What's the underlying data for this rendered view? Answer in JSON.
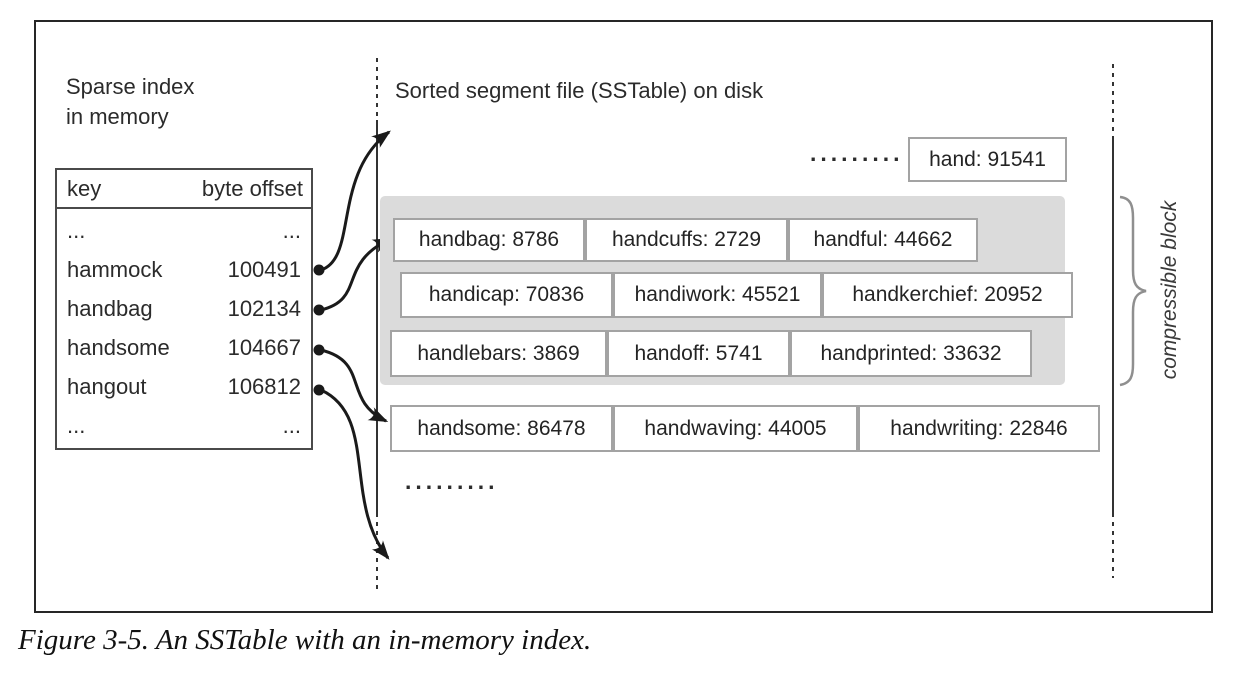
{
  "colors": {
    "background": "#ffffff",
    "line": "#1a1a1a",
    "gray_block": "#dbdbdb"
  },
  "memory": {
    "title_line1": "Sparse index",
    "title_line2": "in memory",
    "table": {
      "col_key": "key",
      "col_offset": "byte offset",
      "rows": [
        {
          "key": "...",
          "offset": "..."
        },
        {
          "key": "hammock",
          "offset": "100491"
        },
        {
          "key": "handbag",
          "offset": "102134"
        },
        {
          "key": "handsome",
          "offset": "104667"
        },
        {
          "key": "hangout",
          "offset": "106812"
        },
        {
          "key": "...",
          "offset": "..."
        }
      ]
    }
  },
  "disk": {
    "title": "Sorted segment file (SSTable) on disk",
    "ellipsis_top": ".........",
    "ellipsis_bottom": ".........",
    "top_entry": "hand: 91541",
    "block_rows": [
      [
        "handbag: 8786",
        "handcuffs: 2729",
        "handful: 44662"
      ],
      [
        "handicap: 70836",
        "handiwork: 45521",
        "handkerchief: 20952"
      ],
      [
        "handlebars: 3869",
        "handoff: 5741",
        "handprinted: 33632"
      ]
    ],
    "after_block_row": [
      "handsome: 86478",
      "handwaving: 44005",
      "handwriting: 22846"
    ],
    "compressible_label": "compressible block"
  },
  "caption": "Figure 3-5. An SSTable with an in-memory index."
}
